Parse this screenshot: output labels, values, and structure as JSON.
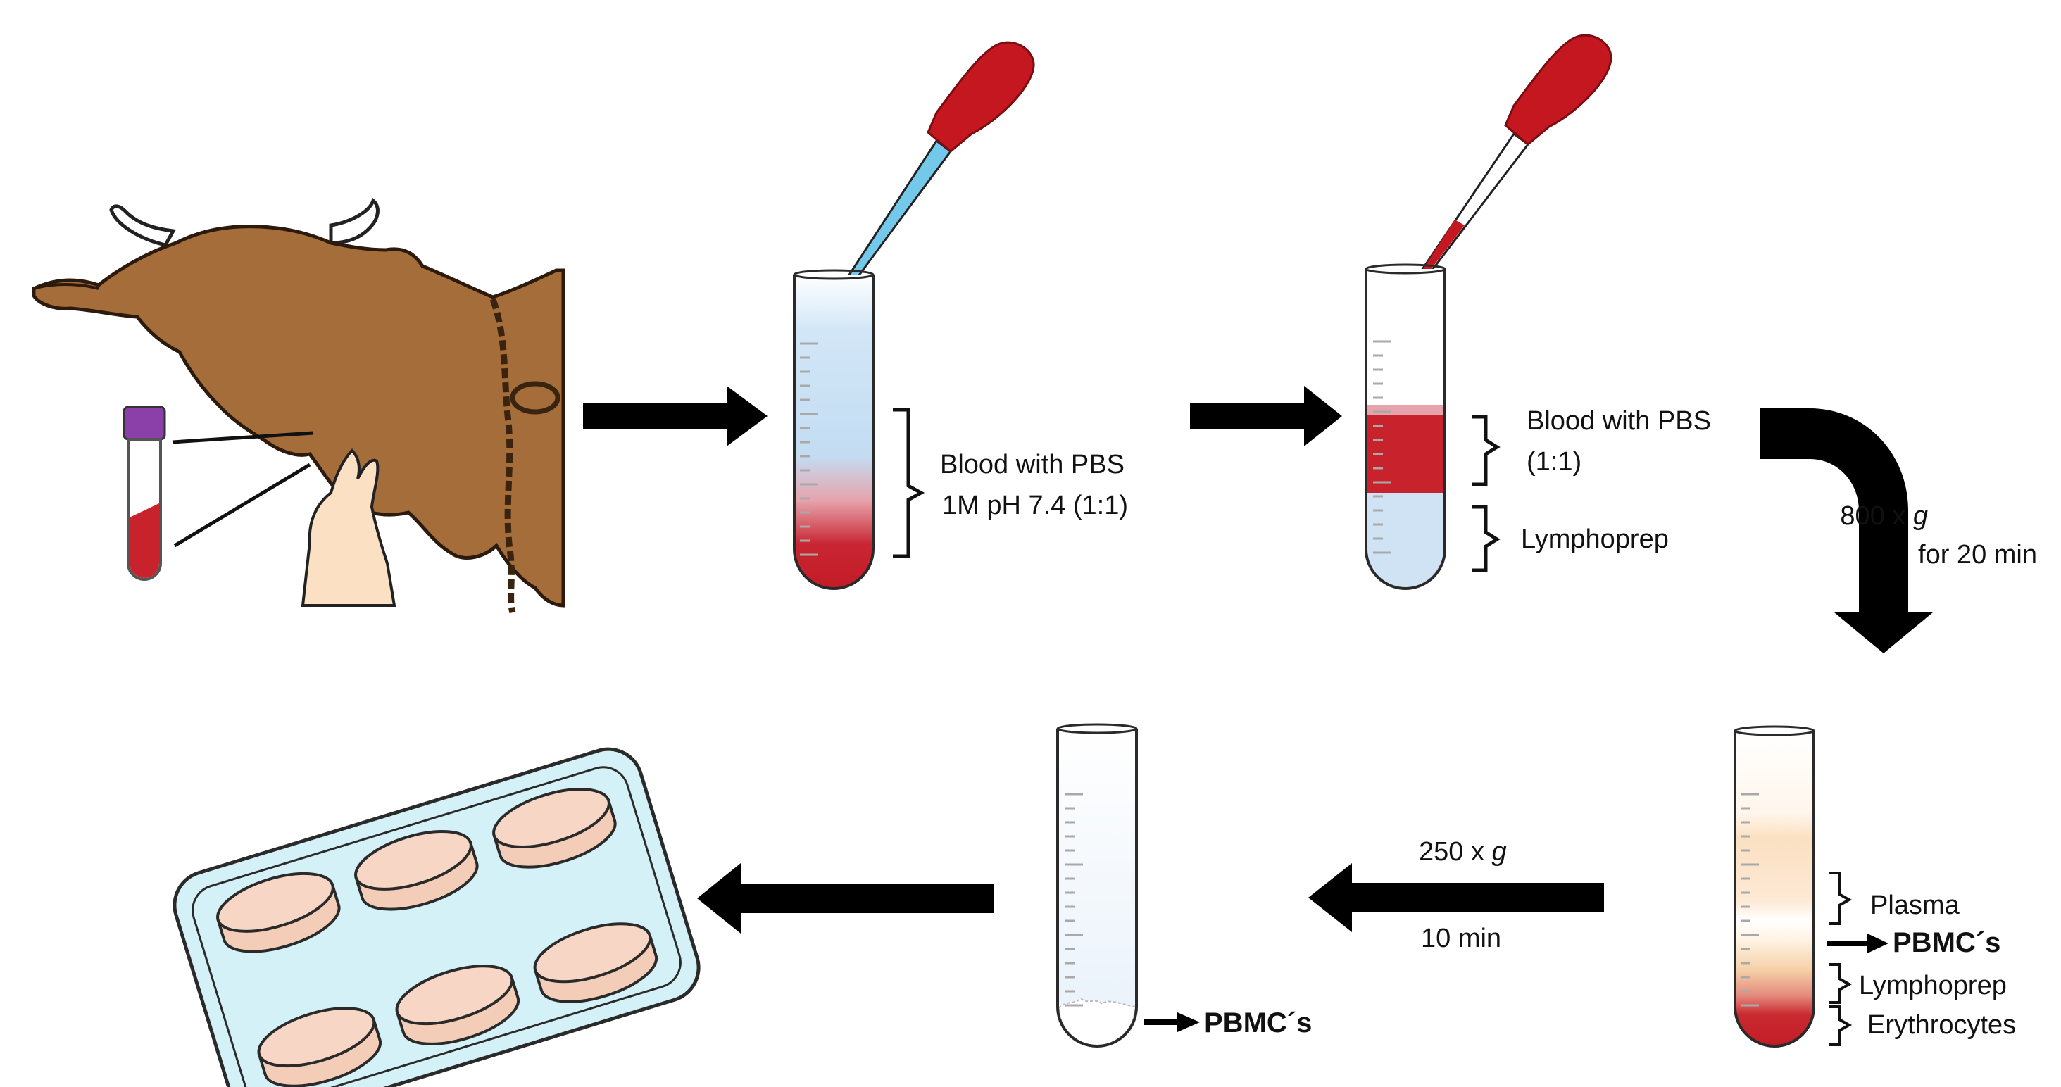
{
  "tube1": {
    "label_line1": "Blood with PBS",
    "label_line2": "1M pH 7.4 (1:1)"
  },
  "tube2": {
    "label_blood_line1": "Blood with PBS",
    "label_blood_line2": "(1:1)",
    "label_lymphoprep": "Lymphoprep"
  },
  "centrifuge": {
    "speed_value": "800 x ",
    "speed_unit": "g",
    "time": "for 20 min"
  },
  "tube3": {
    "plasma": "Plasma",
    "pbmc": "PBMC´s",
    "lymphoprep": "Lymphoprep",
    "erythrocytes": "Erythrocytes"
  },
  "wash": {
    "speed_value": "250 x ",
    "speed_unit": "g",
    "time": "10 min"
  },
  "tube4": {
    "pbmc": "PBMC´s"
  },
  "colors": {
    "blood": "#c8232c",
    "pbs": "#cfe3f5",
    "pipette_bulb": "#c4171f",
    "pipette_blue": "#74c9ea",
    "plasma": "#fbe3c7",
    "cow": "#a46d3a",
    "plate": "#d3f1f7",
    "well": "#f8d6c5",
    "tube_cap": "#8b3fa8"
  }
}
